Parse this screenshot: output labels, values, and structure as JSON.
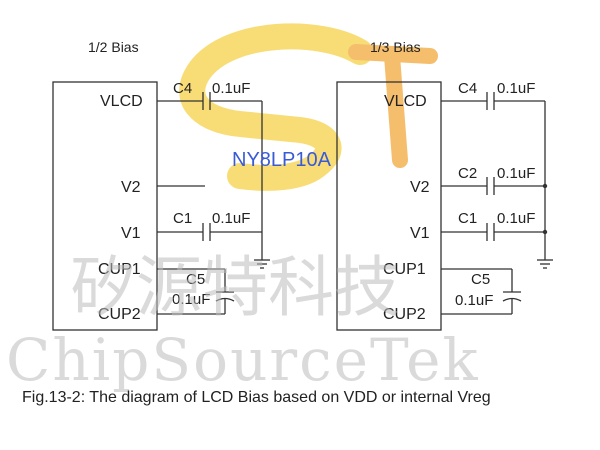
{
  "left": {
    "title": "1/2 Bias",
    "pins": [
      "VLCD",
      "V2",
      "V1",
      "CUP1",
      "CUP2"
    ],
    "c4": {
      "name": "C4",
      "value": "0.1uF"
    },
    "c1": {
      "name": "C1",
      "value": "0.1uF"
    },
    "c5": {
      "name": "C5",
      "value": "0.1uF"
    }
  },
  "right": {
    "title": "1/3 Bias",
    "pins": [
      "VLCD",
      "V2",
      "V1",
      "CUP1",
      "CUP2"
    ],
    "c4": {
      "name": "C4",
      "value": "0.1uF"
    },
    "c2": {
      "name": "C2",
      "value": "0.1uF"
    },
    "c1": {
      "name": "C1",
      "value": "0.1uF"
    },
    "c5": {
      "name": "C5",
      "value": "0.1uF"
    }
  },
  "chip_label": "NY8LP10A",
  "caption": "Fig.13-2: The diagram of LCD Bias based on VDD or internal Vreg",
  "watermark": {
    "cn": "矽源特科技",
    "en": "ChipSourceTek"
  },
  "colors": {
    "logo_yellow": "#f6d24a",
    "logo_orange": "#f2a93b",
    "chip_label": "#3a5bd6"
  }
}
